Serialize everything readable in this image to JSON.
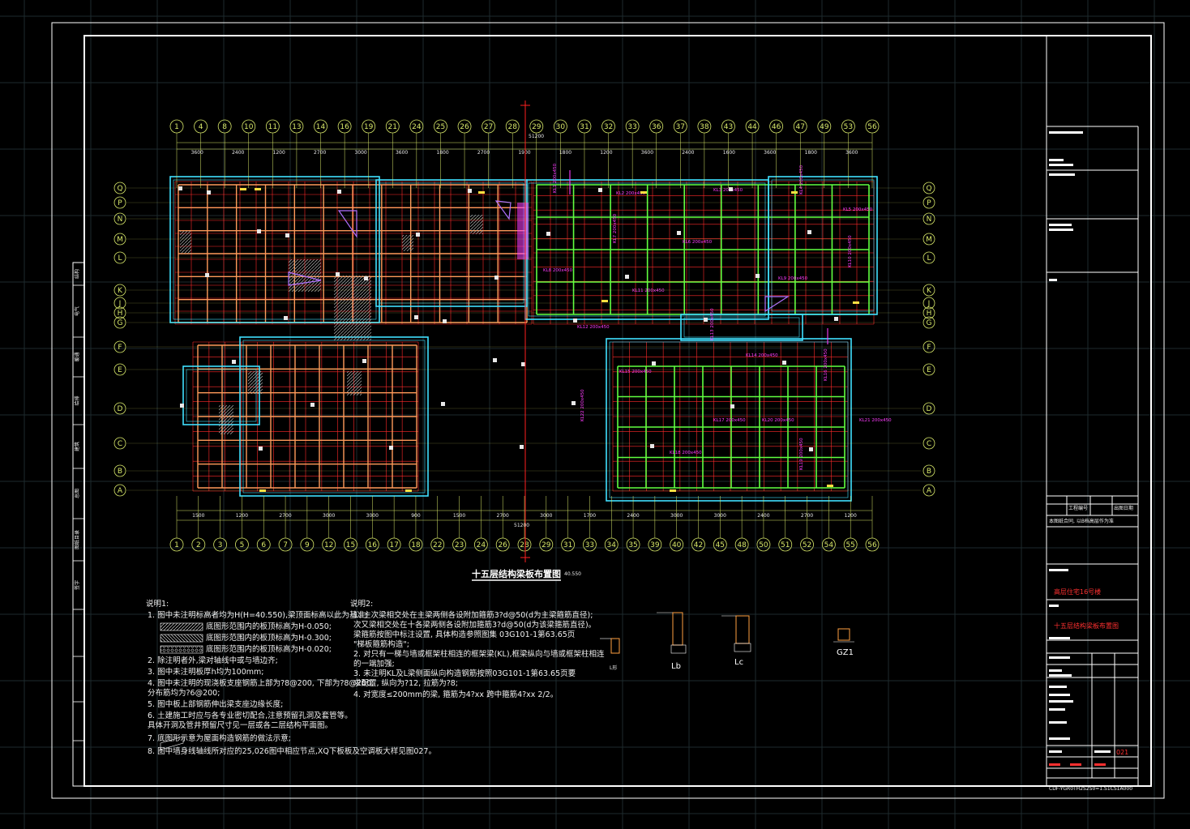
{
  "drawing": {
    "title": "十五层结构梁板布置图",
    "title_elev": "40.550"
  },
  "axes": {
    "top": [
      "1",
      "4",
      "8",
      "10",
      "11",
      "13",
      "14",
      "16",
      "19",
      "21",
      "24",
      "25",
      "26",
      "27",
      "28",
      "29",
      "30",
      "31",
      "32",
      "33",
      "36",
      "37",
      "38",
      "43",
      "44",
      "46",
      "47",
      "49",
      "53",
      "56"
    ],
    "bottom": [
      "1",
      "2",
      "3",
      "5",
      "6",
      "7",
      "9",
      "12",
      "15",
      "16",
      "17",
      "18",
      "22",
      "23",
      "24",
      "26",
      "28",
      "29",
      "31",
      "33",
      "34",
      "35",
      "39",
      "40",
      "42",
      "45",
      "48",
      "50",
      "51",
      "52",
      "54",
      "55",
      "56"
    ],
    "rows": [
      "Q",
      "P",
      "N",
      "M",
      "L",
      "K",
      "J",
      "H",
      "G",
      "F",
      "E",
      "D",
      "C",
      "B",
      "A"
    ]
  },
  "top_dims": [
    "3600",
    "2400",
    "1200",
    "2700",
    "3000",
    "3600",
    "1800",
    "2700",
    "1900",
    "1800",
    "1200",
    "3600",
    "2400",
    "1600",
    "3600",
    "1800",
    "3600"
  ],
  "bottom_dims": [
    "1500",
    "1200",
    "2700",
    "3000",
    "3000",
    "900",
    "1500",
    "2700",
    "3000",
    "1700",
    "2400",
    "3000",
    "3000",
    "2400",
    "2700",
    "1200"
  ],
  "total_dim": "51200",
  "notes1": {
    "heading": "说明1:",
    "items": [
      "1. 图中未注明标高者均为H(H=40.550),梁顶面标高以此为基准;",
      "底图形范围内的板顶标高为H-0.050;",
      "底图形范围内的板顶标高为H-0.300;",
      "底图形范围内的板顶标高为H-0.020;",
      "2. 除注明者外,梁对轴线中或与墙边齐;",
      "3. 图中未注明板厚h均为100mm;",
      "4. 图中未注明的现浇板支座钢筋上部为?8@200, 下部为?8@200,",
      "   分布筋均为?6@200;",
      "5. 图中板上部钢筋伸出梁支座边缘长度;",
      "6. 土建施工时应与各专业密切配合,注意预留孔洞及套管等。",
      "   具体开洞及管井预留尺寸见一层或各二层结构平面图。",
      "7.      底图形示意为屋面构造钢筋的做法示意;",
      "8. 图中墙身线轴线所对应的25,026图中相应节点,XQ下板板及空调板大样见图027。"
    ]
  },
  "notes2": {
    "heading": "说明2:",
    "items": [
      "1. 主次梁相交处在主梁两侧各设附加箍筋3?d@50(d为主梁箍筋直径);",
      "   次又梁相交处在十各梁两侧各设附加箍筋3?d@50(d为该梁箍筋直径)。",
      "   梁箍筋按图中标注设置, 具体构造参照图集 03G101-1第63.65页",
      "   \"梯板箍筋构造\";",
      "2. 对只有一梯与墙或框架柱相连的框架梁(KL),框梁纵向与墙或框架柱相连",
      "   的一端加强;",
      "3. 未注明KL及L梁侧面纵向构造钢筋按照03G101-1第63.65页要",
      "   求配置, 纵向为?12, 拉筋为?8;",
      "4. 对宽度≤200mm的梁, 箍筋为4?xx  跨中箍筋4?xx 2/2。"
    ]
  },
  "details": {
    "lb_label": "Lb",
    "lc_label": "Lc",
    "gz_label": "GZ1",
    "l_small": "L形"
  },
  "title_block": {
    "company_rows": [
      "[logo]",
      "[设计单位]",
      "",
      ""
    ],
    "row_labels": [
      "工程编号",
      "出图日期"
    ],
    "approval_text": "本图纸合同, 以B档高层作为准",
    "project_name": "高层住宅16号楼",
    "sheet_title": "十五层结构梁板布置图",
    "sheet_no": "021",
    "bottom_code": "CDF-YGR0TH2S2S0=1.S1CS1A000"
  },
  "side_strip": [
    "结构",
    "电气",
    "暖通",
    "给排",
    "建筑",
    "总图",
    "图纸目录",
    "签字"
  ],
  "colors": {
    "bg": "#000000",
    "frame": "#ffffff",
    "axis_circle": "#d8e86a",
    "beam_cyan": "#40e0ff",
    "beam_green": "#60ff40",
    "beam_orange": "#ff9a5a",
    "beam_magenta": "#ff3cff",
    "axis_red": "#ff2020",
    "grid": "#1e2a2e"
  }
}
